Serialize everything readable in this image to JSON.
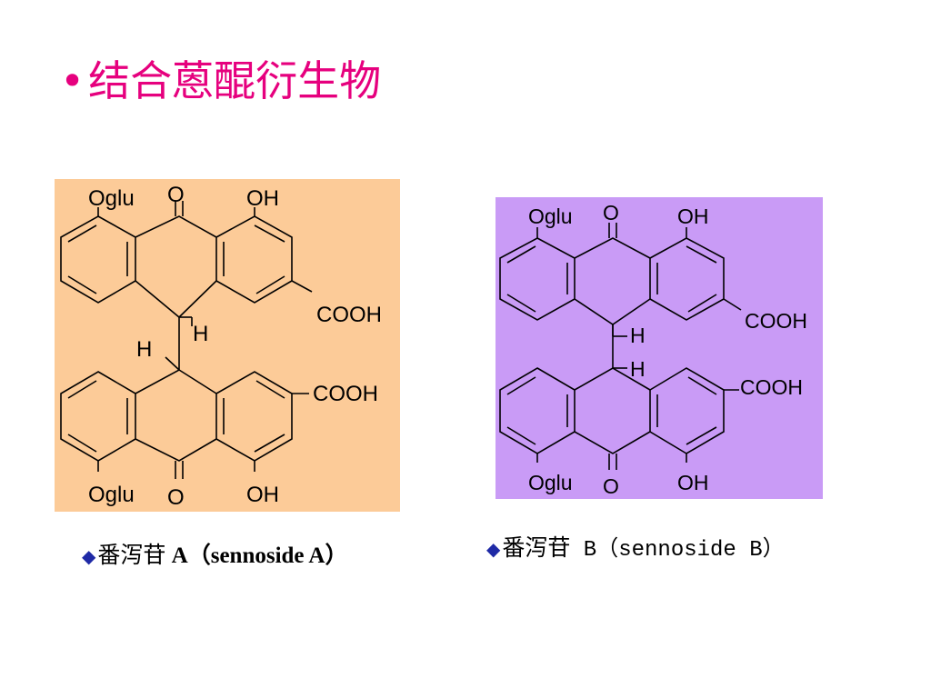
{
  "slide": {
    "bullet": "•",
    "title": "结合蒽醌衍生物"
  },
  "colors": {
    "title": "#e6007e",
    "panel_a_bg": "#fccb98",
    "panel_b_bg": "#c99bf6",
    "diamond": "#1f2aa6"
  },
  "icons": [
    "diamond-bullet-icon"
  ],
  "molecule_a": {
    "labels": {
      "oglu_top": "Oglu",
      "o_top": "O",
      "oh_top": "OH",
      "cooh_top": "COOH",
      "h_upper": "H",
      "h_lower": "H",
      "cooh_bottom": "COOH",
      "oglu_bottom": "Oglu",
      "o_bottom": "O",
      "oh_bottom": "OH"
    },
    "caption": {
      "diamond": "◆",
      "name_cn": "番泻苷",
      "name_latin": " A（sennoside A）"
    }
  },
  "molecule_b": {
    "labels": {
      "oglu_top": "Oglu",
      "o_top": "O",
      "oh_top": "OH",
      "cooh_top": "COOH",
      "h_upper": "H",
      "h_lower": "H",
      "cooh_bottom": "COOH",
      "oglu_bottom": "Oglu",
      "o_bottom": "O",
      "oh_bottom": "OH"
    },
    "caption": {
      "diamond": "◆",
      "name_cn": "番泻苷",
      "name_latin": " B（sennoside B）"
    }
  }
}
